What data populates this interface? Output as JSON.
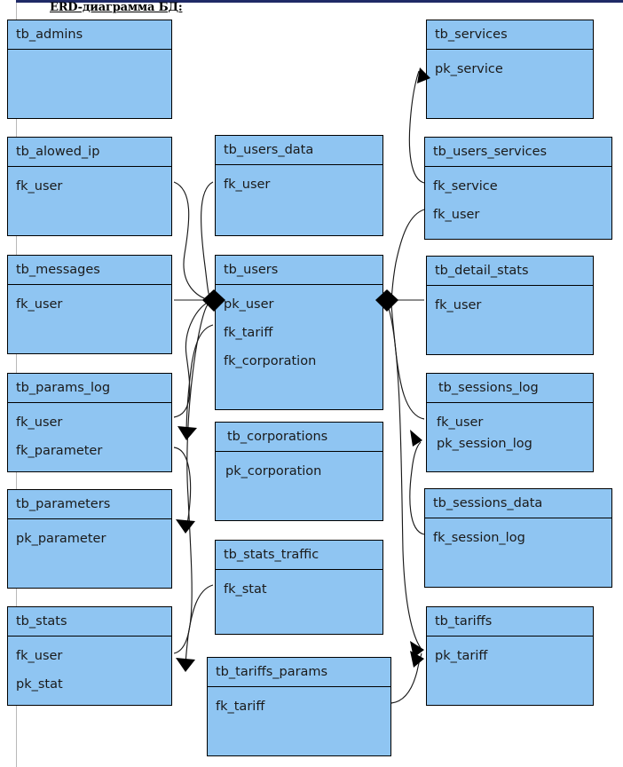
{
  "document": {
    "title": "ERD-диаграмма БД:",
    "top_rule_color": "#1f2a66",
    "entity_fill_color": "#8FC5F2",
    "entity_border_color": "#000000"
  },
  "diagram": {
    "type": "erd",
    "entities": [
      {
        "id": "tb_admins",
        "name": "tb_admins",
        "attributes": []
      },
      {
        "id": "tb_alowed_ip",
        "name": "tb_alowed_ip",
        "attributes": [
          "fk_user"
        ]
      },
      {
        "id": "tb_messages",
        "name": "tb_messages",
        "attributes": [
          "fk_user"
        ]
      },
      {
        "id": "tb_params_log",
        "name": "tb_params_log",
        "attributes": [
          "fk_user",
          "fk_parameter"
        ]
      },
      {
        "id": "tb_parameters",
        "name": "tb_parameters",
        "attributes": [
          "pk_parameter"
        ]
      },
      {
        "id": "tb_stats",
        "name": "tb_stats",
        "attributes": [
          "fk_user",
          "pk_stat"
        ]
      },
      {
        "id": "tb_users_data",
        "name": "tb_users_data",
        "attributes": [
          "fk_user"
        ]
      },
      {
        "id": "tb_users",
        "name": "tb_users",
        "attributes": [
          "pk_user",
          "fk_tariff",
          "fk_corporation"
        ]
      },
      {
        "id": "tb_corporations",
        "name": "tb_corporations",
        "attributes": [
          "pk_corporation"
        ]
      },
      {
        "id": "tb_stats_traffic",
        "name": "tb_stats_traffic",
        "attributes": [
          "fk_stat"
        ]
      },
      {
        "id": "tb_tariffs_params",
        "name": "tb_tariffs_params",
        "attributes": [
          "fk_tariff"
        ]
      },
      {
        "id": "tb_services",
        "name": "tb_services",
        "attributes": [
          "pk_service"
        ]
      },
      {
        "id": "tb_users_services",
        "name": "tb_users_services",
        "attributes": [
          "fk_service",
          "fk_user"
        ]
      },
      {
        "id": "tb_detail_stats",
        "name": "tb_detail_stats",
        "attributes": [
          "fk_user"
        ]
      },
      {
        "id": "tb_sessions_log",
        "name": "tb_sessions_log",
        "attributes": [
          "fk_user",
          "pk_session_log"
        ]
      },
      {
        "id": "tb_sessions_data",
        "name": "tb_sessions_data",
        "attributes": [
          "fk_session_log"
        ]
      },
      {
        "id": "tb_tariffs",
        "name": "tb_tariffs",
        "attributes": [
          "pk_tariff"
        ]
      }
    ],
    "relationships": [
      {
        "from": "tb_alowed_ip.fk_user",
        "to": "tb_users.pk_user",
        "marker": "diamond"
      },
      {
        "from": "tb_messages.fk_user",
        "to": "tb_users.pk_user",
        "marker": "diamond"
      },
      {
        "from": "tb_params_log.fk_user",
        "to": "tb_users.pk_user",
        "marker": "diamond"
      },
      {
        "from": "tb_stats.fk_user",
        "to": "tb_users.pk_user",
        "marker": "diamond"
      },
      {
        "from": "tb_users_data.fk_user",
        "to": "tb_users.pk_user",
        "marker": "diamond"
      },
      {
        "from": "tb_users_services.fk_user",
        "to": "tb_users.pk_user",
        "marker": "diamond"
      },
      {
        "from": "tb_detail_stats.fk_user",
        "to": "tb_users.pk_user",
        "marker": "diamond"
      },
      {
        "from": "tb_sessions_log.fk_user",
        "to": "tb_users.pk_user",
        "marker": "diamond"
      },
      {
        "from": "tb_params_log.fk_parameter",
        "to": "tb_parameters.pk_parameter",
        "marker": "arrow"
      },
      {
        "from": "tb_users.fk_corporation",
        "to": "tb_corporations.pk_corporation",
        "marker": "arrow"
      },
      {
        "from": "tb_stats_traffic.fk_stat",
        "to": "tb_stats.pk_stat",
        "marker": "arrow"
      },
      {
        "from": "tb_users_services.fk_service",
        "to": "tb_services.pk_service",
        "marker": "arrow"
      },
      {
        "from": "tb_sessions_data.fk_session_log",
        "to": "tb_sessions_log.pk_session_log",
        "marker": "arrow"
      },
      {
        "from": "tb_users.fk_tariff",
        "to": "tb_tariffs.pk_tariff",
        "marker": "arrow"
      },
      {
        "from": "tb_tariffs_params.fk_tariff",
        "to": "tb_tariffs.pk_tariff",
        "marker": "arrow"
      }
    ]
  }
}
